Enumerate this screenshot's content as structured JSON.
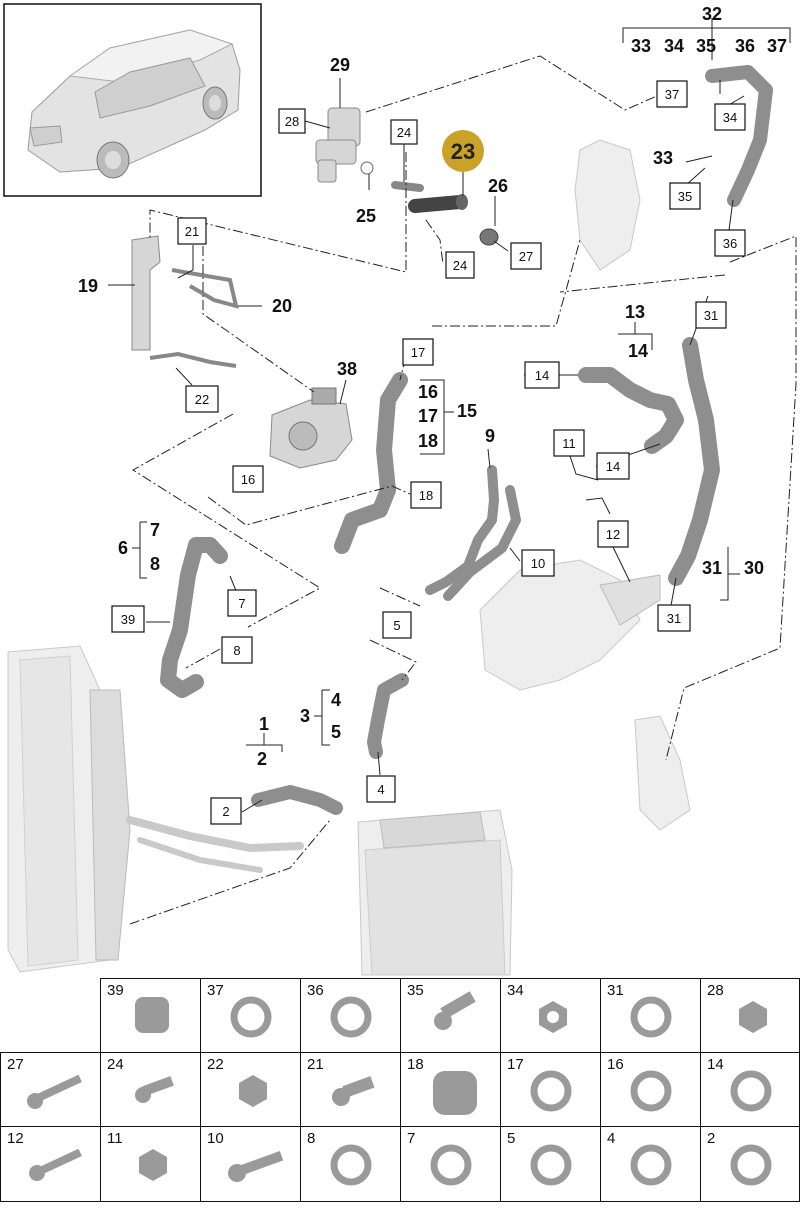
{
  "highlight_part": "23",
  "callout_numbers": [
    "29",
    "28",
    "24",
    "23",
    "26",
    "25",
    "24",
    "27",
    "21",
    "19",
    "20",
    "22",
    "38",
    "16",
    "18",
    "17",
    "16",
    "17",
    "18",
    "15",
    "13",
    "14",
    "14",
    "9",
    "11",
    "14",
    "12",
    "10",
    "7",
    "8",
    "6",
    "39",
    "7",
    "8",
    "5",
    "3",
    "4",
    "5",
    "1",
    "2",
    "2",
    "4",
    "31",
    "31",
    "30",
    "31",
    "36",
    "35",
    "33",
    "34",
    "37",
    "32",
    "33",
    "34",
    "35",
    "36",
    "37"
  ],
  "labels": {
    "c29": "29",
    "b28": "28",
    "b24a": "24",
    "c23": "23",
    "c26": "26",
    "c25": "25",
    "b24b": "24",
    "b27": "27",
    "b21": "21",
    "c19": "19",
    "c20": "20",
    "b22": "22",
    "c38": "38",
    "b16": "16",
    "b18": "18",
    "b17": "17",
    "g16": "16",
    "g17": "17",
    "g18": "18",
    "c15": "15",
    "c13": "13",
    "g14": "14",
    "b14a": "14",
    "b14b": "14",
    "c9": "9",
    "b11": "11",
    "b12": "12",
    "b10": "10",
    "g7": "7",
    "g8": "8",
    "c6": "6",
    "b39": "39",
    "b7": "7",
    "b8": "8",
    "b5": "5",
    "c3": "3",
    "g4": "4",
    "g5": "5",
    "c1": "1",
    "g2": "2",
    "b2": "2",
    "b4": "4",
    "b31a": "31",
    "g31": "31",
    "c30": "30",
    "b31b": "31",
    "b36": "36",
    "b35": "35",
    "c33": "33",
    "b34": "34",
    "b37": "37",
    "c32": "32",
    "h33": "33",
    "h34": "34",
    "h35": "35",
    "h36": "36",
    "h37": "37"
  },
  "parts_table": {
    "row1": [
      "39",
      "37",
      "36",
      "35",
      "34",
      "31",
      "28"
    ],
    "row2": [
      "27",
      "24",
      "22",
      "21",
      "18",
      "17",
      "16",
      "14"
    ],
    "row3": [
      "12",
      "11",
      "10",
      "8",
      "7",
      "5",
      "4",
      "2"
    ]
  },
  "colors": {
    "highlight": "#c9a227",
    "line": "#111111",
    "part_gray": "#9a9a9a"
  }
}
